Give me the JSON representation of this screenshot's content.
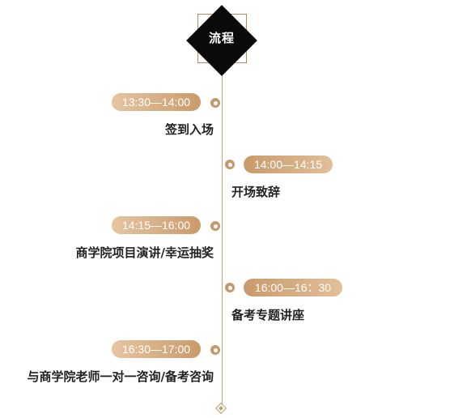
{
  "header": {
    "title": "流程"
  },
  "schedule": [
    {
      "time": "13:30—14:00",
      "label": "签到入场"
    },
    {
      "time": "14:00—14:15",
      "label": "开场致辞"
    },
    {
      "time": "14:15—16:00",
      "label": "商学院项目演讲/幸运抽奖"
    },
    {
      "time": "16:00—16：30",
      "label": "备考专题讲座"
    },
    {
      "time": "16:30—17:00",
      "label": "与商学院老师一对一咨询/备考咨询"
    }
  ],
  "colors": {
    "accent": "#c49a6c",
    "badge": "#0a0a0a",
    "text": "#222222"
  },
  "icons": {
    "timeline_end": "diamond-icon"
  }
}
